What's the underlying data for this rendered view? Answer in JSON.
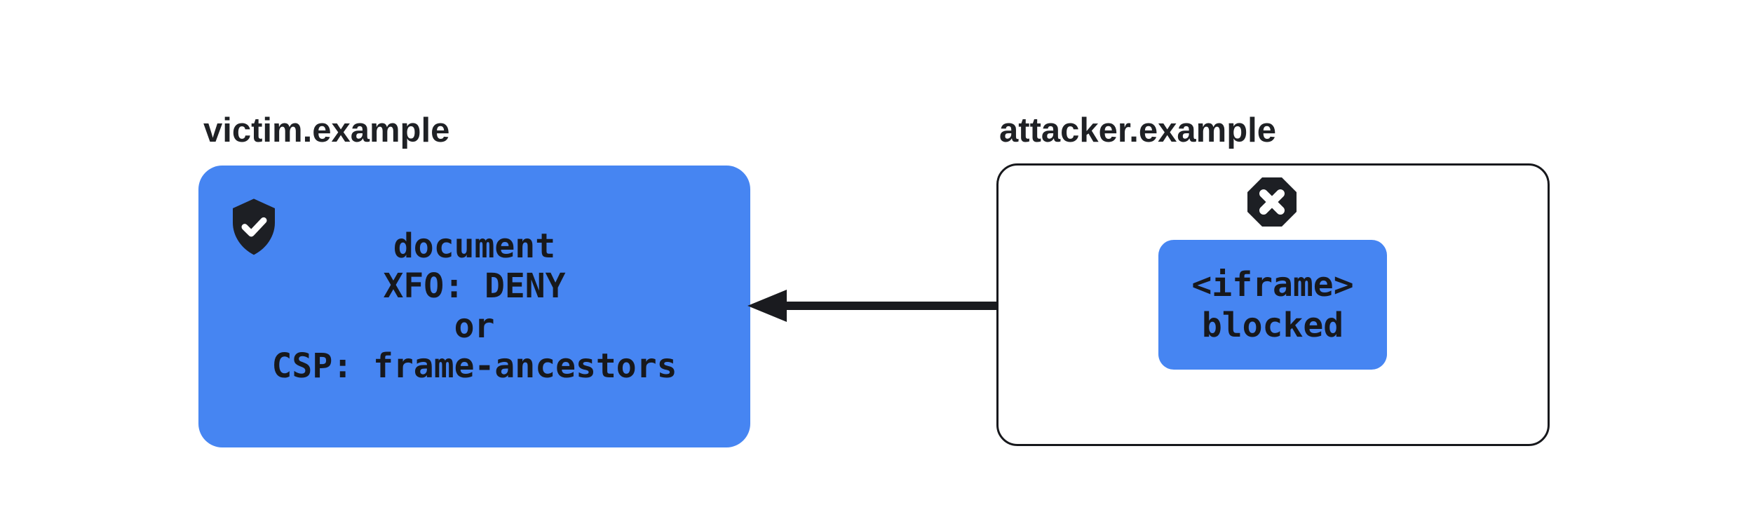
{
  "diagram": {
    "title_semantics": "frame-embedding blocked by X-Frame-Options or CSP frame-ancestors",
    "victim": {
      "label": "victim.example",
      "icon": "shield-check-icon",
      "box_lines": {
        "line1": "document",
        "line2": "XFO: DENY",
        "line3": "or",
        "line4": "CSP: frame-ancestors"
      }
    },
    "attacker": {
      "label": "attacker.example",
      "icon": "blocked-octagon-icon",
      "iframe_lines": {
        "line1": "<iframe>",
        "line2": "blocked"
      }
    },
    "arrow": {
      "direction": "right-to-left",
      "from": "attacker iframe",
      "to": "victim document"
    },
    "colors": {
      "accent_blue": "#4685F2",
      "ink": "#17181C",
      "background": "#FFFFFF"
    }
  }
}
